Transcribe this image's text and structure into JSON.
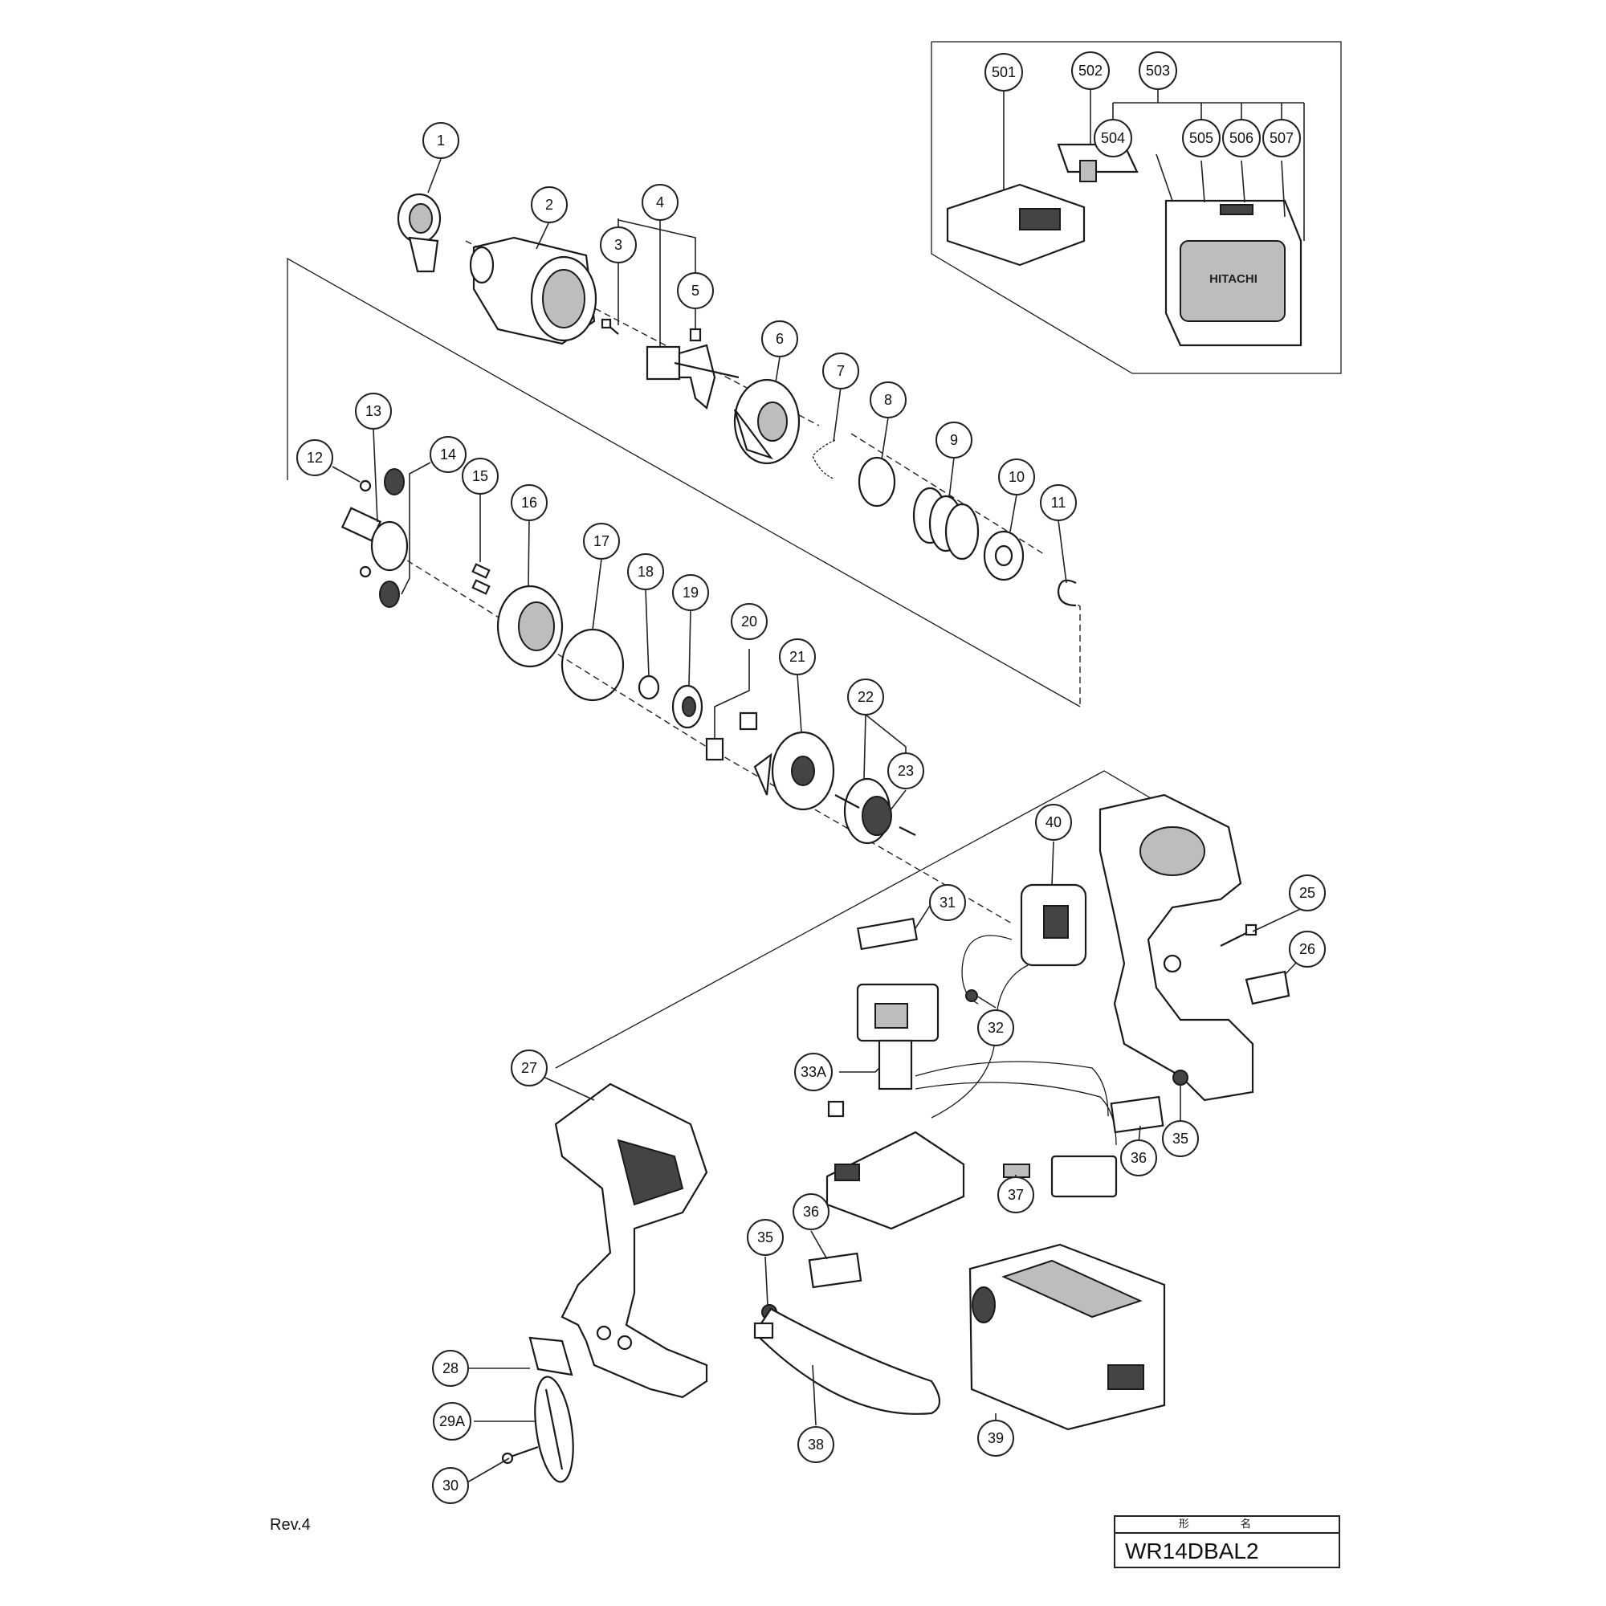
{
  "revision": "Rev.4",
  "model": {
    "header": "形 名",
    "name": "WR14DBAL2"
  },
  "parts": [
    {
      "id": "p1",
      "label": "1"
    },
    {
      "id": "p2",
      "label": "2"
    },
    {
      "id": "p3",
      "label": "3"
    },
    {
      "id": "p4",
      "label": "4"
    },
    {
      "id": "p5",
      "label": "5"
    },
    {
      "id": "p6",
      "label": "6"
    },
    {
      "id": "p7",
      "label": "7"
    },
    {
      "id": "p8",
      "label": "8"
    },
    {
      "id": "p9",
      "label": "9"
    },
    {
      "id": "p10",
      "label": "10"
    },
    {
      "id": "p11",
      "label": "11"
    },
    {
      "id": "p12",
      "label": "12"
    },
    {
      "id": "p13",
      "label": "13"
    },
    {
      "id": "p14",
      "label": "14"
    },
    {
      "id": "p15",
      "label": "15"
    },
    {
      "id": "p16",
      "label": "16"
    },
    {
      "id": "p17",
      "label": "17"
    },
    {
      "id": "p18",
      "label": "18"
    },
    {
      "id": "p19",
      "label": "19"
    },
    {
      "id": "p20",
      "label": "20"
    },
    {
      "id": "p21",
      "label": "21"
    },
    {
      "id": "p22",
      "label": "22"
    },
    {
      "id": "p23",
      "label": "23"
    },
    {
      "id": "p25",
      "label": "25"
    },
    {
      "id": "p26",
      "label": "26"
    },
    {
      "id": "p27",
      "label": "27"
    },
    {
      "id": "p28",
      "label": "28"
    },
    {
      "id": "p29A",
      "label": "29A"
    },
    {
      "id": "p30",
      "label": "30"
    },
    {
      "id": "p31",
      "label": "31"
    },
    {
      "id": "p32",
      "label": "32"
    },
    {
      "id": "p33A",
      "label": "33A"
    },
    {
      "id": "p35a",
      "label": "35"
    },
    {
      "id": "p35b",
      "label": "35"
    },
    {
      "id": "p36a",
      "label": "36"
    },
    {
      "id": "p36b",
      "label": "36"
    },
    {
      "id": "p37",
      "label": "37"
    },
    {
      "id": "p38",
      "label": "38"
    },
    {
      "id": "p39",
      "label": "39"
    },
    {
      "id": "p40",
      "label": "40"
    },
    {
      "id": "p501",
      "label": "501"
    },
    {
      "id": "p502",
      "label": "502"
    },
    {
      "id": "p503",
      "label": "503"
    },
    {
      "id": "p504",
      "label": "504"
    },
    {
      "id": "p505",
      "label": "505"
    },
    {
      "id": "p506",
      "label": "506"
    },
    {
      "id": "p507",
      "label": "507"
    }
  ],
  "case_brand": "HITACHI"
}
